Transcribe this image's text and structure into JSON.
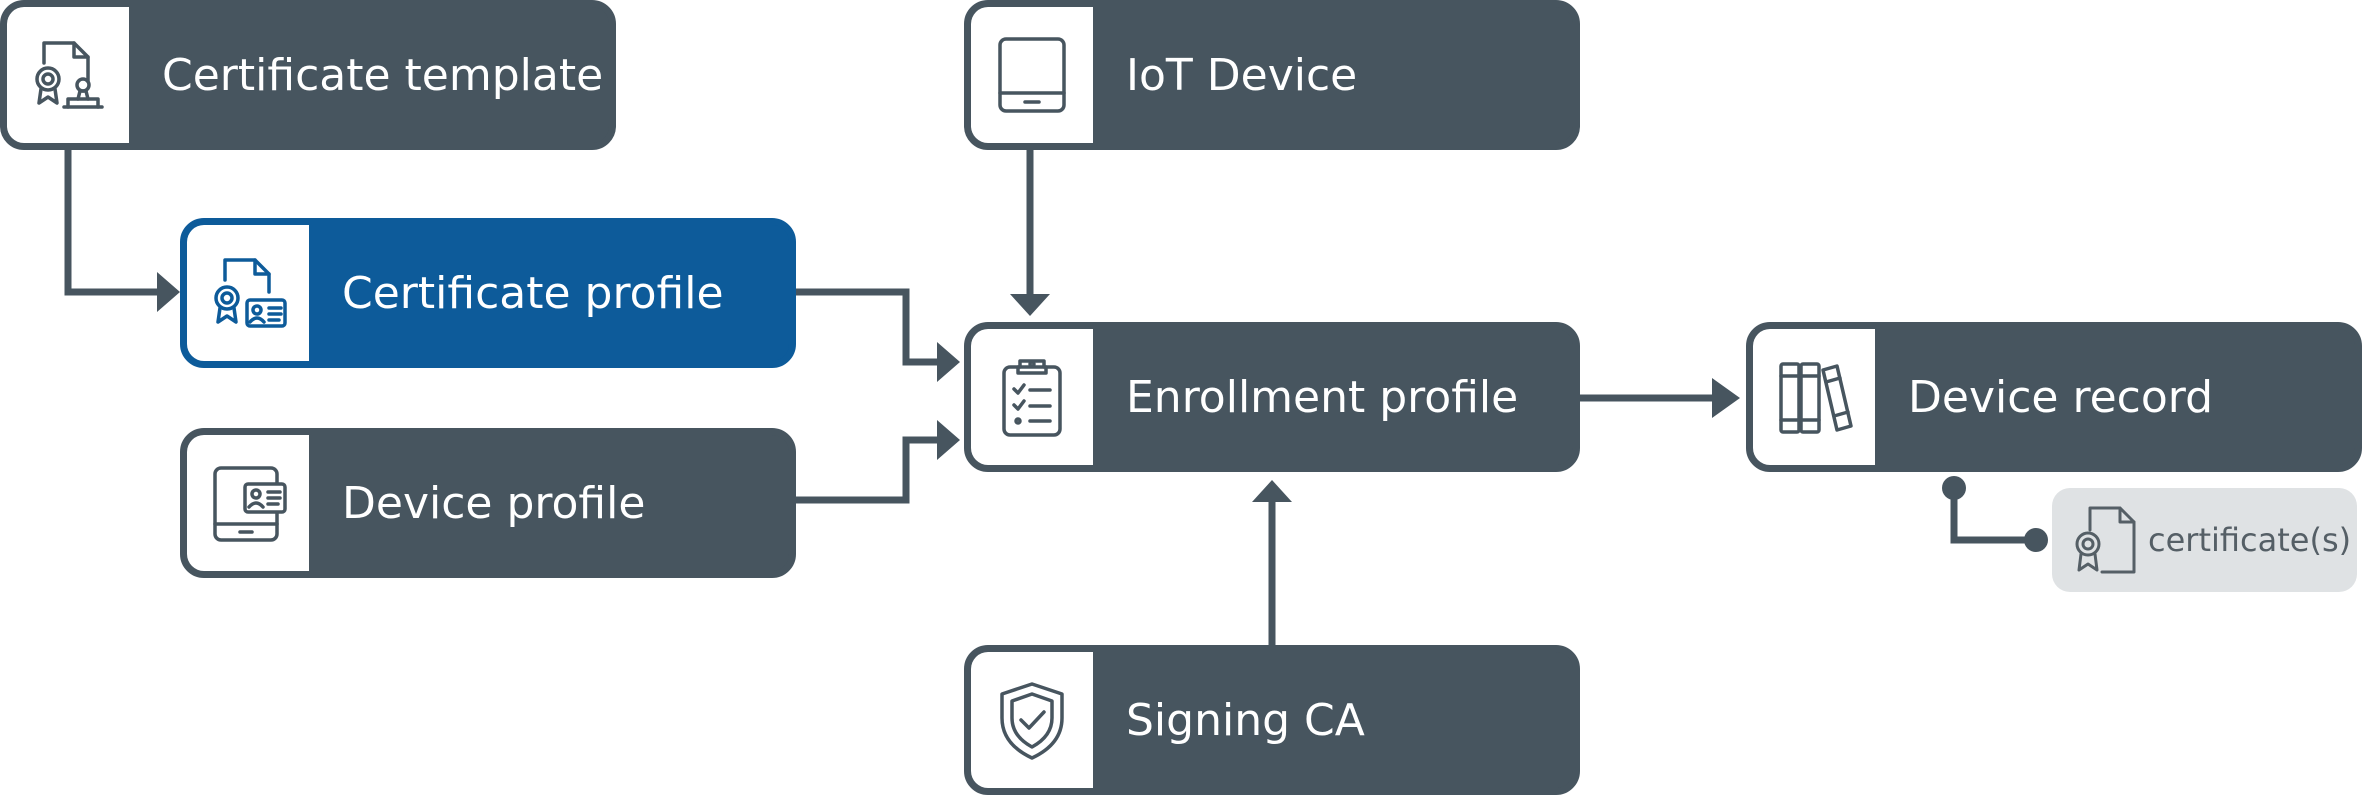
{
  "nodes": {
    "certificate_template": {
      "label": "Certificate template",
      "icon": "certificate-stamp-icon"
    },
    "certificate_profile": {
      "label": "Certificate profile",
      "icon": "certificate-id-icon"
    },
    "device_profile": {
      "label": "Device profile",
      "icon": "device-id-icon"
    },
    "iot_device": {
      "label": "IoT Device",
      "icon": "tablet-icon"
    },
    "enrollment_profile": {
      "label": "Enrollment profile",
      "icon": "clipboard-checklist-icon"
    },
    "signing_ca": {
      "label": "Signing CA",
      "icon": "shield-check-icon"
    },
    "device_record": {
      "label": "Device record",
      "icon": "books-icon"
    }
  },
  "attachment": {
    "label": "certificate(s)",
    "icon": "certificate-document-icon"
  },
  "colors": {
    "node_dark": "#47555f",
    "node_highlight": "#0d5b9a",
    "attachment_bg": "#dfe2e4",
    "connector": "#47555f"
  },
  "edges": [
    {
      "from": "Certificate template",
      "to": "Certificate profile"
    },
    {
      "from": "Certificate profile",
      "to": "Enrollment profile"
    },
    {
      "from": "Device profile",
      "to": "Enrollment profile"
    },
    {
      "from": "IoT Device",
      "to": "Enrollment profile"
    },
    {
      "from": "Signing CA",
      "to": "Enrollment profile"
    },
    {
      "from": "Enrollment profile",
      "to": "Device record"
    },
    {
      "from": "Device record",
      "to": "certificate(s)"
    }
  ]
}
